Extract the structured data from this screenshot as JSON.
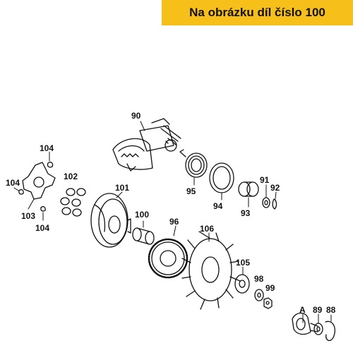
{
  "banner": {
    "text": "Na obrázku díl číslo 100",
    "color": "#f6bf1a"
  },
  "parts": {
    "p90": "90",
    "p104a": "104",
    "p104b": "104",
    "p104c": "104",
    "p103": "103",
    "p102": "102",
    "p101": "101",
    "p100": "100",
    "p95": "95",
    "p94": "94",
    "p93": "93",
    "p91": "91",
    "p92": "92",
    "p96": "96",
    "p106": "106",
    "p105": "105",
    "p98": "98",
    "p99": "99",
    "pA": "A",
    "p89": "89",
    "p88": "88"
  }
}
